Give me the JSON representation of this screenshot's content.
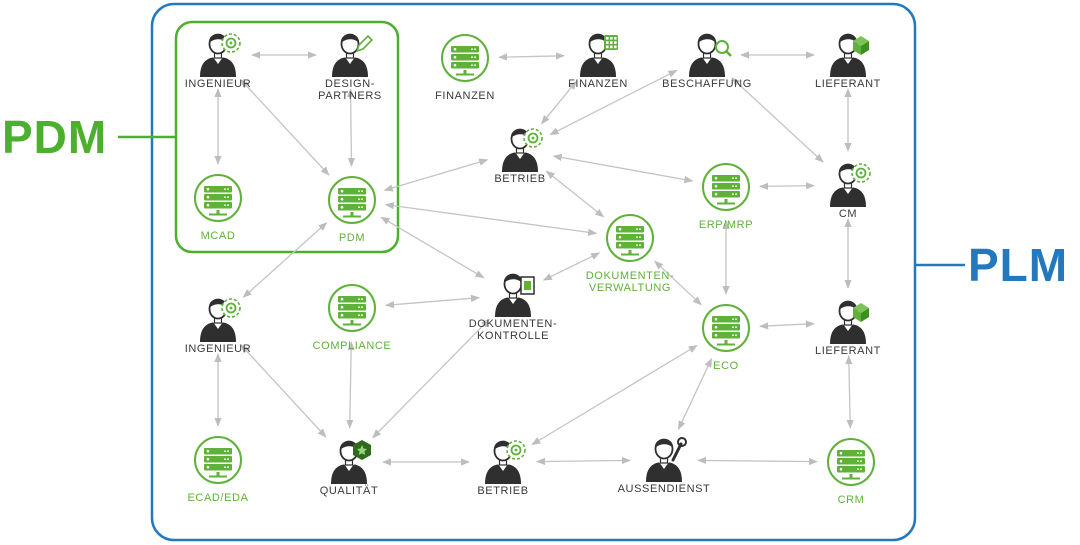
{
  "colors": {
    "pdm": "#4caf2e",
    "plm": "#2478bd",
    "system": "#5fb13a",
    "person": "#2f2f2f",
    "arrow": "#c4c4c4"
  },
  "labels": {
    "pdm": "PDM",
    "plm": "PLM"
  },
  "nodes": {
    "ingenieur_top": {
      "lines": [
        "INGENIEUR"
      ],
      "kind": "person",
      "badge": "gear-icon"
    },
    "design_partners": {
      "lines": [
        "DESIGN-",
        "PARTNERS"
      ],
      "kind": "person",
      "badge": "pencil-icon"
    },
    "mcad": {
      "lines": [
        "MCAD"
      ],
      "kind": "system"
    },
    "pdm": {
      "lines": [
        "PDM"
      ],
      "kind": "system"
    },
    "finanzen_sys": {
      "lines": [
        "FINANZEN"
      ],
      "kind": "system-dark"
    },
    "finanzen_person": {
      "lines": [
        "FINANZEN"
      ],
      "kind": "person",
      "badge": "calculator-icon"
    },
    "beschaffung": {
      "lines": [
        "BESCHAFFUNG"
      ],
      "kind": "person",
      "badge": "magnifier-icon"
    },
    "lieferant_top": {
      "lines": [
        "LIEFERANT"
      ],
      "kind": "person",
      "badge": "box-icon"
    },
    "betrieb_top": {
      "lines": [
        "BETRIEB"
      ],
      "kind": "person",
      "badge": "gear-icon"
    },
    "erp_mrp": {
      "lines": [
        "ERP/MRP"
      ],
      "kind": "system"
    },
    "cm": {
      "lines": [
        "CM"
      ],
      "kind": "person",
      "badge": "gear-icon"
    },
    "dokumentenverwaltung": {
      "lines": [
        "DOKUMENTEN-",
        "VERWALTUNG"
      ],
      "kind": "system"
    },
    "ingenieur_mid": {
      "lines": [
        "INGENIEUR"
      ],
      "kind": "person",
      "badge": "gear-icon"
    },
    "compliance": {
      "lines": [
        "COMPLIANCE"
      ],
      "kind": "system"
    },
    "dokumentenkontrolle": {
      "lines": [
        "DOKUMENTEN-",
        "KONTROLLE"
      ],
      "kind": "person",
      "badge": "document-icon"
    },
    "eco": {
      "lines": [
        "ECO"
      ],
      "kind": "system"
    },
    "lieferant_mid": {
      "lines": [
        "LIEFERANT"
      ],
      "kind": "person",
      "badge": "box-icon"
    },
    "ecad_eda": {
      "lines": [
        "ECAD/EDA"
      ],
      "kind": "system"
    },
    "qualitaet": {
      "lines": [
        "QUALITÄT"
      ],
      "kind": "person",
      "badge": "star-badge-icon"
    },
    "betrieb_bottom": {
      "lines": [
        "BETRIEB"
      ],
      "kind": "person",
      "badge": "gear-icon"
    },
    "aussendienst": {
      "lines": [
        "AUSSENDIENST"
      ],
      "kind": "person",
      "badge": "wrench-icon"
    },
    "crm": {
      "lines": [
        "CRM"
      ],
      "kind": "system"
    }
  },
  "connections": [
    [
      "ingenieur_top",
      "design_partners"
    ],
    [
      "ingenieur_top",
      "mcad"
    ],
    [
      "ingenieur_top",
      "pdm"
    ],
    [
      "design_partners",
      "pdm"
    ],
    [
      "finanzen_sys",
      "finanzen_person"
    ],
    [
      "finanzen_person",
      "betrieb_top"
    ],
    [
      "beschaffung",
      "betrieb_top"
    ],
    [
      "beschaffung",
      "lieferant_top"
    ],
    [
      "beschaffung",
      "cm"
    ],
    [
      "lieferant_top",
      "cm"
    ],
    [
      "pdm",
      "betrieb_top"
    ],
    [
      "betrieb_top",
      "erp_mrp"
    ],
    [
      "betrieb_top",
      "dokumentenverwaltung"
    ],
    [
      "erp_mrp",
      "cm"
    ],
    [
      "erp_mrp",
      "eco"
    ],
    [
      "pdm",
      "dokumentenverwaltung"
    ],
    [
      "pdm",
      "dokumentenkontrolle"
    ],
    [
      "pdm",
      "ingenieur_mid"
    ],
    [
      "cm",
      "lieferant_mid"
    ],
    [
      "dokumentenverwaltung",
      "dokumentenkontrolle"
    ],
    [
      "dokumentenverwaltung",
      "eco"
    ],
    [
      "compliance",
      "dokumentenkontrolle"
    ],
    [
      "compliance",
      "qualitaet"
    ],
    [
      "ingenieur_mid",
      "ecad_eda"
    ],
    [
      "ingenieur_mid",
      "qualitaet"
    ],
    [
      "dokumentenkontrolle",
      "qualitaet"
    ],
    [
      "eco",
      "lieferant_mid"
    ],
    [
      "eco",
      "betrieb_bottom"
    ],
    [
      "eco",
      "aussendienst"
    ],
    [
      "lieferant_mid",
      "crm"
    ],
    [
      "qualitaet",
      "betrieb_bottom"
    ],
    [
      "betrieb_bottom",
      "aussendienst"
    ],
    [
      "aussendienst",
      "crm"
    ]
  ]
}
